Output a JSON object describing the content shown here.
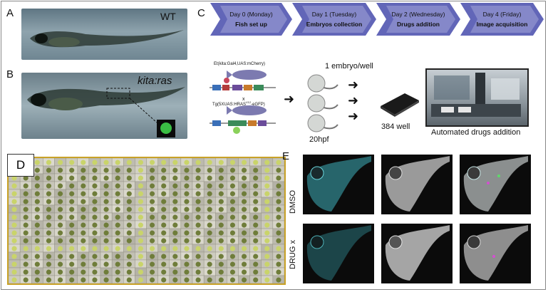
{
  "panels": {
    "A": {
      "label": "A",
      "tag": "WT"
    },
    "B": {
      "label": "B",
      "tag": "kita:ras"
    },
    "C": {
      "label": "C",
      "timeline": [
        {
          "day": "Day 0 (Monday)",
          "task": "Fish set up"
        },
        {
          "day": "Day 1 (Tuesday)",
          "task": "Embryos collection"
        },
        {
          "day": "Day 2 (Wednesday)",
          "task": "Drugs addition"
        },
        {
          "day": "Day 4 (Friday)",
          "task": "Image acquisition"
        }
      ],
      "construct1": "Et(kita:Gal4,UAS:mCherry)",
      "cross": "x",
      "construct2": "Tg(5XUAS:HRAS",
      "construct2_sup": "V12",
      "construct2_end": "-eGFP)",
      "embryo_label": "1 embryo/well",
      "stage": "20hpf",
      "plate": "384 well",
      "automation": "Automated drugs addition"
    },
    "D": {
      "label": "D"
    },
    "E": {
      "label": "E",
      "row1": "DMSO",
      "row2": "DRUG x"
    }
  },
  "colors": {
    "chevron": "#6266b8",
    "chevron_light": "#c8c9e8",
    "grid_border": "#c9a227",
    "fish_green": "#9ab54a"
  }
}
